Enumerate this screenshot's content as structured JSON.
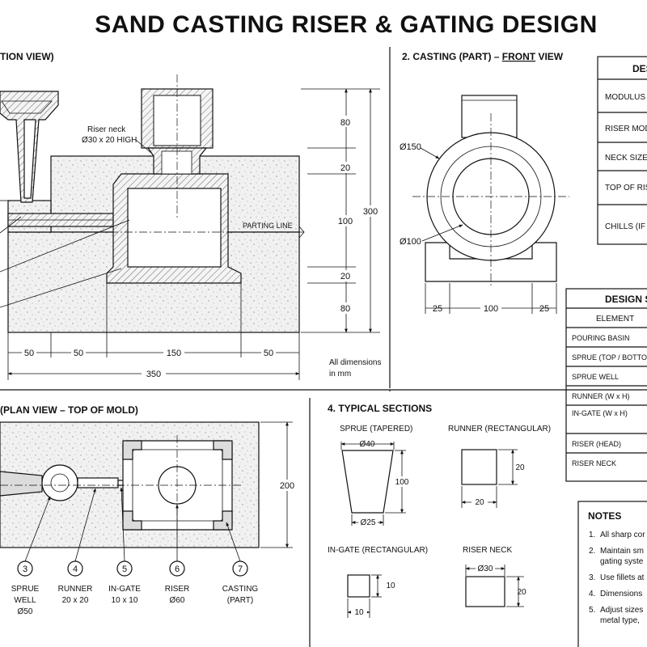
{
  "title": "SAND CASTING RISER & GATING DESIGN",
  "section1": {
    "heading": "TION VIEW)",
    "riser_neck_label": "Riser neck",
    "riser_neck_size": "Ø30 x 20 HIGH",
    "parting_line": "PARTING LINE",
    "dims_vertical": [
      "80",
      "20",
      "100",
      "20",
      "80",
      "300"
    ],
    "dims_horizontal": [
      "50",
      "50",
      "150",
      "50",
      "350"
    ],
    "note": [
      "All dimensions",
      "in mm"
    ]
  },
  "section2": {
    "heading_prefix": "2. CASTING (PART) – ",
    "heading_underlined": "FRONT",
    "heading_suffix": " VIEW",
    "outer_dia": "Ø150",
    "inner_dia": "Ø100",
    "dims": [
      "25",
      "100",
      "25"
    ]
  },
  "design_table": {
    "header": "DES",
    "rows": [
      "MODULUS (",
      "RISER MOD",
      "NECK SIZE",
      "TOP OF RIS",
      "CHILLS (IF"
    ]
  },
  "summary_table": {
    "header": "DESIGN SU",
    "col_header": "ELEMENT",
    "rows": [
      "POURING BASIN",
      "SPRUE (TOP / BOTTO",
      "SPRUE WELL",
      "RUNNER (W x H)",
      "IN-GATE (W x H)",
      "RISER (HEAD)",
      "RISER NECK"
    ]
  },
  "section3": {
    "heading": "(PLAN VIEW – TOP OF MOLD)",
    "dim_200": "200",
    "callouts": [
      {
        "num": "3",
        "lines": [
          "SPRUE",
          "WELL",
          "Ø50"
        ]
      },
      {
        "num": "4",
        "lines": [
          "RUNNER",
          "20 x 20"
        ]
      },
      {
        "num": "5",
        "lines": [
          "IN-GATE",
          "10 x 10"
        ]
      },
      {
        "num": "6",
        "lines": [
          "RISER",
          "Ø60"
        ]
      },
      {
        "num": "7",
        "lines": [
          "CASTING",
          "(PART)"
        ]
      }
    ]
  },
  "section4": {
    "heading": "4. TYPICAL SECTIONS",
    "sprue": {
      "label": "SPRUE (TAPERED)",
      "top": "Ø40",
      "height": "100",
      "bottom": "Ø25"
    },
    "runner": {
      "label": "RUNNER (RECTANGULAR)",
      "h": "20",
      "w": "20"
    },
    "ingate": {
      "label": "IN-GATE (RECTANGULAR)",
      "h": "10",
      "w": "10"
    },
    "riserneck": {
      "label": "RISER NECK",
      "dia": "Ø30",
      "h": "20"
    }
  },
  "notes": {
    "heading": "NOTES",
    "items": [
      {
        "num": "1.",
        "lines": [
          "All sharp cor"
        ]
      },
      {
        "num": "2.",
        "lines": [
          "Maintain sm",
          "gating syste"
        ]
      },
      {
        "num": "3.",
        "lines": [
          "Use fillets at"
        ]
      },
      {
        "num": "4.",
        "lines": [
          "Dimensions"
        ]
      },
      {
        "num": "5.",
        "lines": [
          "Adjust sizes",
          "metal type,"
        ]
      }
    ]
  }
}
